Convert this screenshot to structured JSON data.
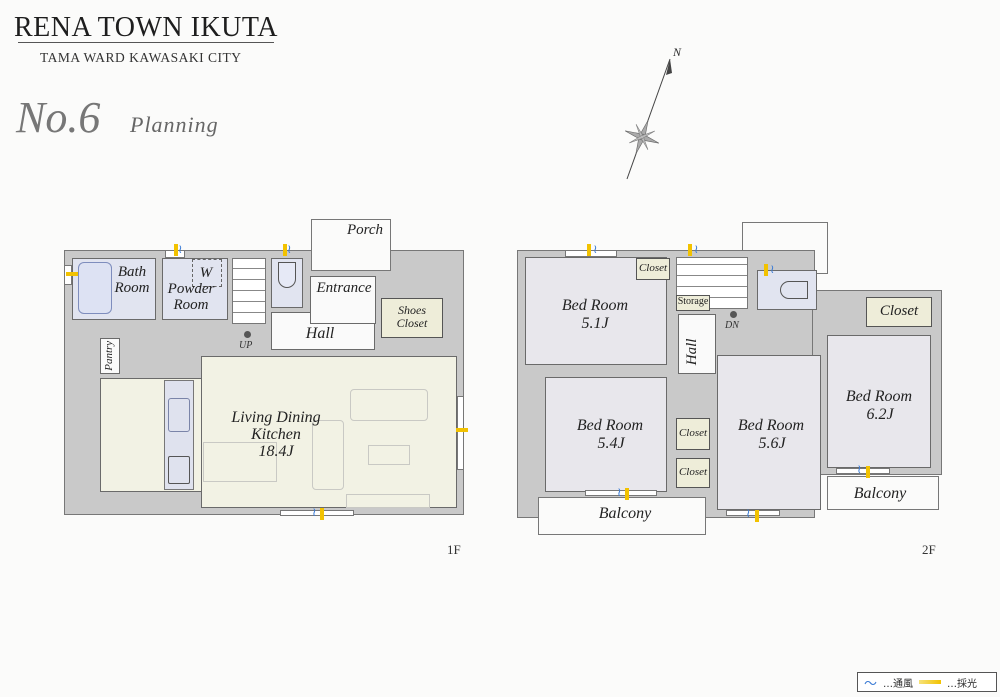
{
  "header": {
    "brand": "RENA TOWN IKUTA",
    "location": "TAMA WARD KAWASAKI CITY",
    "plan_number": "No.6",
    "plan_word": "Planning"
  },
  "compass": {
    "north_label": "N"
  },
  "floor1": {
    "floor_label": "1F",
    "rooms": {
      "bath": "Bath\nRoom",
      "powder": "Powder\nRoom",
      "washer": "W",
      "pantry": "Pantry",
      "porch": "Porch",
      "entrance": "Entrance",
      "shoes_closet": "Shoes\nCloset",
      "hall": "Hall",
      "ldk_name": "Living Dining\nKitchen",
      "ldk_size": "18.4J",
      "stairs_mark": "UP"
    }
  },
  "floor2": {
    "floor_label": "2F",
    "rooms": {
      "bed1_name": "Bed Room",
      "bed1_size": "5.1J",
      "bed2_name": "Bed Room",
      "bed2_size": "5.4J",
      "bed3_name": "Bed Room",
      "bed3_size": "5.6J",
      "bed4_name": "Bed Room",
      "bed4_size": "6.2J",
      "closet_a": "Closet",
      "closet_b": "Closet",
      "closet_c": "Closet",
      "closet_d": "Closet",
      "storage": "Storage",
      "hall": "Hall",
      "balcony_left": "Balcony",
      "balcony_right": "Balcony",
      "stairs_mark": "DN"
    }
  },
  "legend": {
    "ventilation": "…通風",
    "daylight": "…採光",
    "colors": {
      "ventilation": "#3a7bd5",
      "daylight": "#f2c200"
    }
  }
}
